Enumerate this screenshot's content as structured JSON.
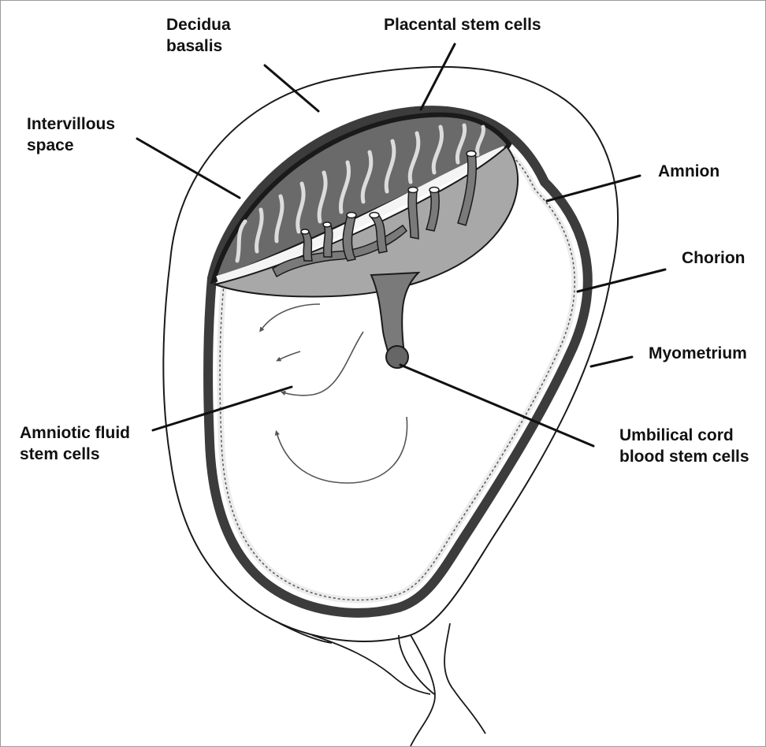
{
  "labels": {
    "decidua_basalis": [
      "Decidua",
      "basalis"
    ],
    "placental_stem_cells": "Placental stem cells",
    "intervillous_space": [
      "Intervillous",
      "space"
    ],
    "amnion": "Amnion",
    "chorion": "Chorion",
    "myometrium": "Myometrium",
    "amniotic_fluid_stem_cells": [
      "Amniotic fluid",
      "stem cells"
    ],
    "umbilical_cord_blood_stem_cells": [
      "Umbilical cord",
      "blood stem cells"
    ]
  },
  "colors": {
    "outline": "#1a1a1a",
    "membrane_dark": "#3c3c3c",
    "placenta_fill": "#6a6a6a",
    "chorionic_plate": "#a8a8a8",
    "cord_fill": "#7a7a7a",
    "arrow": "#555555"
  }
}
